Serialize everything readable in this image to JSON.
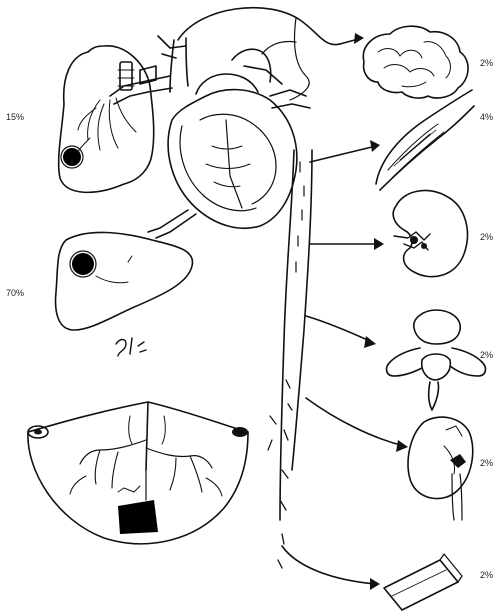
{
  "labels": {
    "lung_percent": "15%",
    "liver_percent": "70%",
    "brain_share": "2%",
    "muscle_share": "4%",
    "kidney_upper_share": "2%",
    "spine_share": "2%",
    "kidney_lower_share": "2%",
    "bone_share": "2%"
  },
  "colors": {
    "ink": "#111111",
    "background": "#ffffff",
    "tumor": "#000000"
  }
}
